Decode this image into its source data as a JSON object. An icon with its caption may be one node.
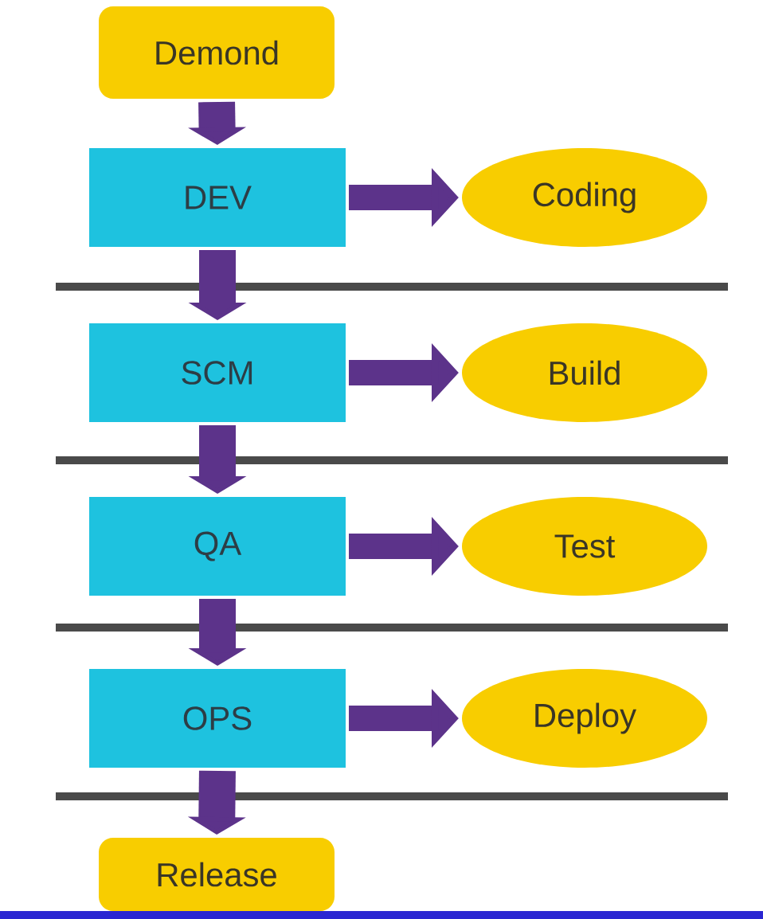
{
  "diagram": {
    "nodes": [
      {
        "text": [
          "Demond"
        ]
      },
      {
        "text": [
          "DEV"
        ]
      },
      {
        "text": [
          "Coding"
        ]
      },
      {
        "text": [
          "SCM"
        ]
      },
      {
        "text": [
          "Build"
        ]
      },
      {
        "text": [
          "QA"
        ]
      },
      {
        "text": [
          "Test"
        ]
      },
      {
        "text": [
          "OPS"
        ]
      },
      {
        "text": [
          "Deploy"
        ]
      },
      {
        "text": [
          "Release"
        ]
      }
    ],
    "edges": [
      {
        "from": 0,
        "to": 1,
        "arrow": "to"
      },
      {
        "from": 1,
        "to": 2,
        "arrow": "to"
      },
      {
        "from": 1,
        "to": 3,
        "arrow": "to"
      },
      {
        "from": 3,
        "to": 4,
        "arrow": "to"
      },
      {
        "from": 3,
        "to": 5,
        "arrow": "to"
      },
      {
        "from": 5,
        "to": 6,
        "arrow": "to"
      },
      {
        "from": 5,
        "to": 7,
        "arrow": "to"
      },
      {
        "from": 7,
        "to": 8,
        "arrow": "to"
      },
      {
        "from": 7,
        "to": 9,
        "arrow": "to"
      }
    ]
  }
}
